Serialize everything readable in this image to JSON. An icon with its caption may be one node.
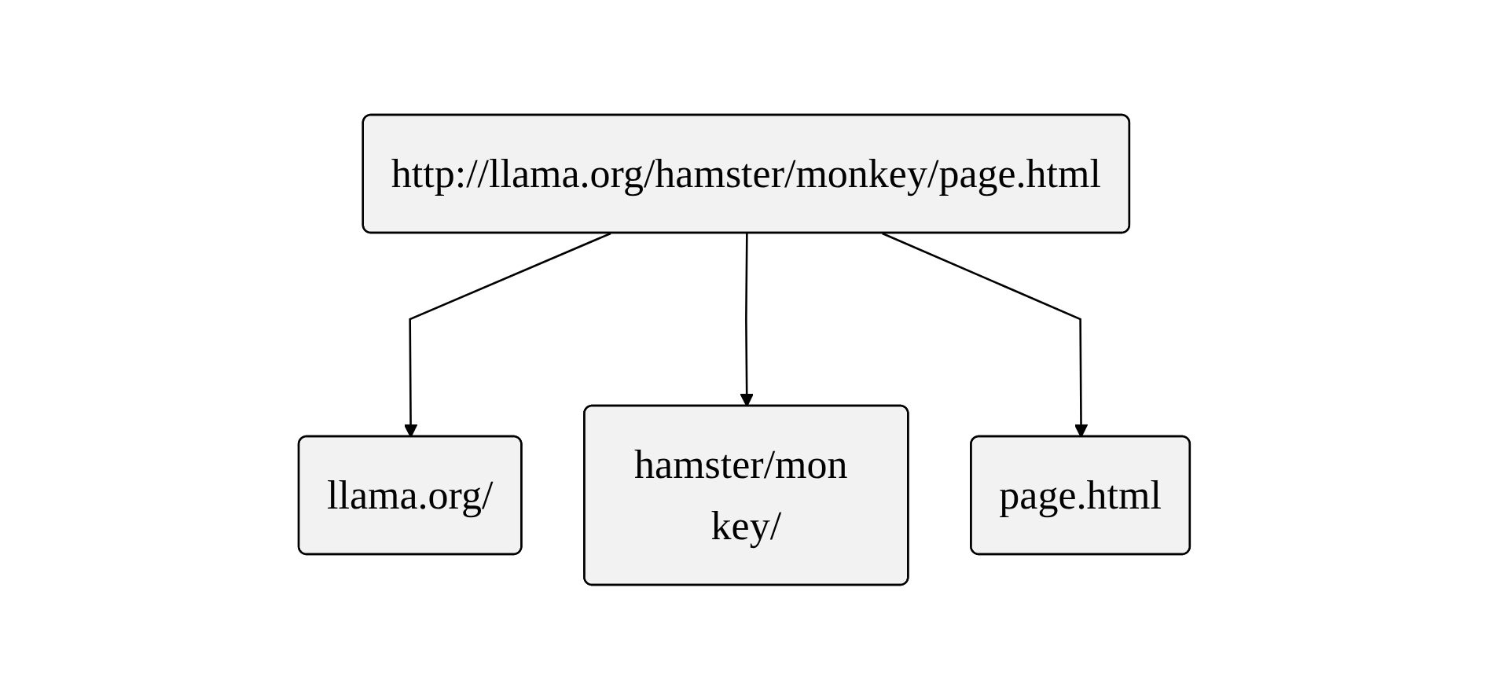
{
  "diagram": {
    "nodes": [
      {
        "text": [
          "http://llama.org/hamster/monkey/page.html"
        ]
      },
      {
        "text": [
          "llama.org/"
        ]
      },
      {
        "text": [
          "hamster/mon key/"
        ]
      },
      {
        "text": [
          "page.html"
        ]
      }
    ],
    "edges": [
      {
        "from": 0,
        "to": 1,
        "arrow": "to"
      },
      {
        "from": 0,
        "to": 2,
        "arrow": "to"
      },
      {
        "from": 0,
        "to": 3,
        "arrow": "to"
      }
    ]
  }
}
